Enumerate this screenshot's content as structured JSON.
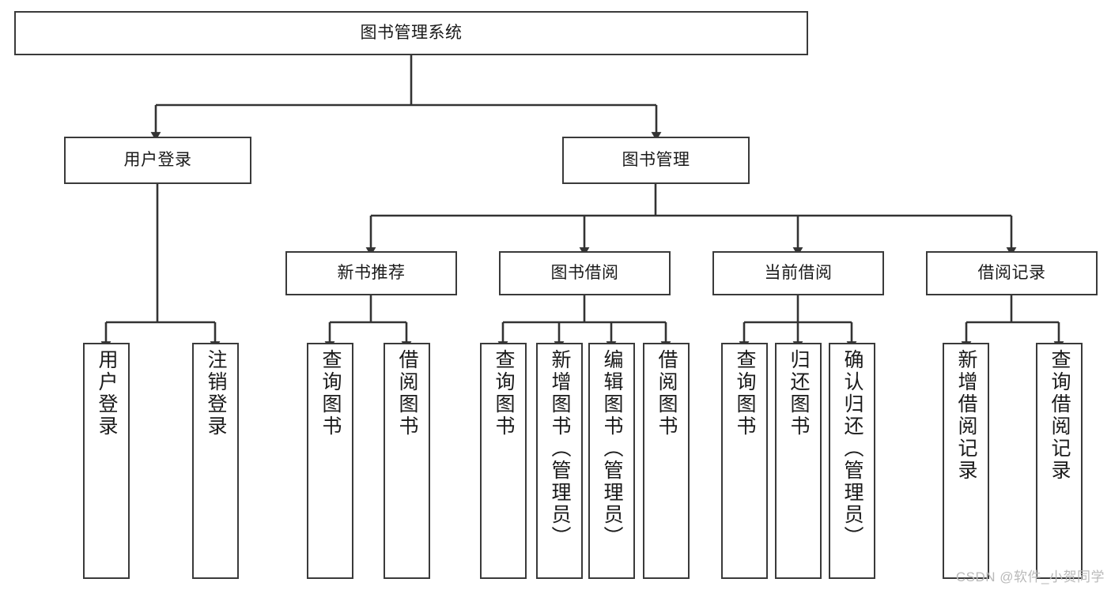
{
  "diagram": {
    "title": "图书管理系统",
    "type": "tree-hierarchy-diagram",
    "colors": {
      "box_border": "#3a3a3a",
      "box_fill": "#ffffff",
      "connector": "#333333",
      "text": "#1a1a1a",
      "watermark": "#b9b9b9"
    },
    "levels": {
      "level1": [
        {
          "id": "root",
          "label": "图书管理系统"
        }
      ],
      "level2": [
        {
          "id": "user-login",
          "label": "用户登录"
        },
        {
          "id": "book-management",
          "label": "图书管理"
        }
      ],
      "level3": [
        {
          "id": "new-book-recommend",
          "label": "新书推荐"
        },
        {
          "id": "book-borrow",
          "label": "图书借阅"
        },
        {
          "id": "current-borrow",
          "label": "当前借阅"
        },
        {
          "id": "borrow-record",
          "label": "借阅记录"
        }
      ],
      "level4": [
        {
          "id": "leaf-user-login",
          "label": "用户登录"
        },
        {
          "id": "leaf-logout-login",
          "label": "注销登录"
        },
        {
          "id": "leaf-query-book-1",
          "label": "查询图书"
        },
        {
          "id": "leaf-borrow-book-1",
          "label": "借阅图书"
        },
        {
          "id": "leaf-query-book-2",
          "label": "查询图书"
        },
        {
          "id": "leaf-add-book",
          "label": "新增图书（管理员）"
        },
        {
          "id": "leaf-edit-book",
          "label": "编辑图书（管理员）"
        },
        {
          "id": "leaf-borrow-book-2",
          "label": "借阅图书"
        },
        {
          "id": "leaf-query-book-3",
          "label": "查询图书"
        },
        {
          "id": "leaf-return-book",
          "label": "归还图书"
        },
        {
          "id": "leaf-confirm-return",
          "label": "确认归还（管理员）"
        },
        {
          "id": "leaf-add-record",
          "label": "新增借阅记录"
        },
        {
          "id": "leaf-query-record",
          "label": "查询借阅记录"
        }
      ]
    }
  },
  "watermark": {
    "text": "CSDN @软件_小贺同学"
  }
}
